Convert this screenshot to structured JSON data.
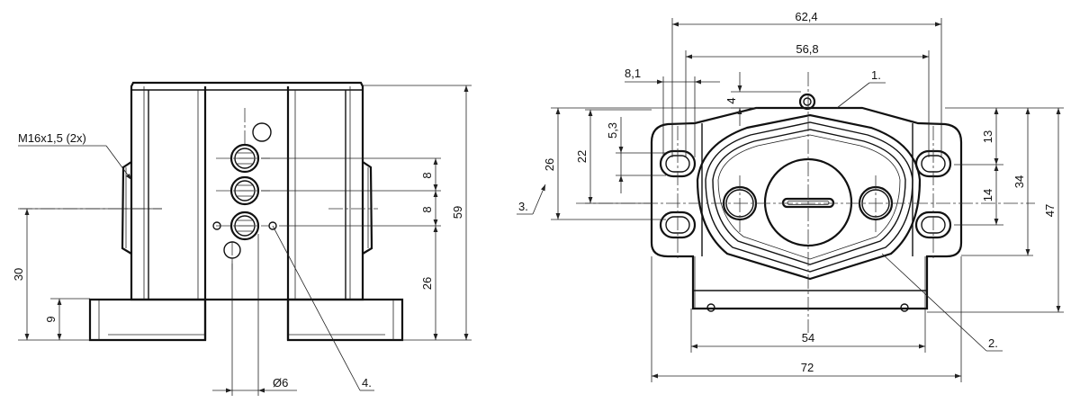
{
  "thread_callout": "M16x1,5 (2x)",
  "hole_diameter": "Ø6",
  "side_dims": {
    "height_total": "59",
    "height_30": "30",
    "height_9": "9",
    "height_26": "26",
    "pitch_upper": "8",
    "pitch_lower": "8"
  },
  "front_dims": {
    "width_62_4": "62,4",
    "width_56_8": "56,8",
    "width_8_1": "8,1",
    "width_54": "54",
    "width_72": "72",
    "height_4": "4",
    "height_5_3": "5,3",
    "height_22": "22",
    "height_26": "26",
    "height_13": "13",
    "height_14": "14",
    "height_34": "34",
    "height_47": "47"
  },
  "item_labels": {
    "item1": "1.",
    "item2": "2.",
    "item3": "3.",
    "item4": "4."
  }
}
